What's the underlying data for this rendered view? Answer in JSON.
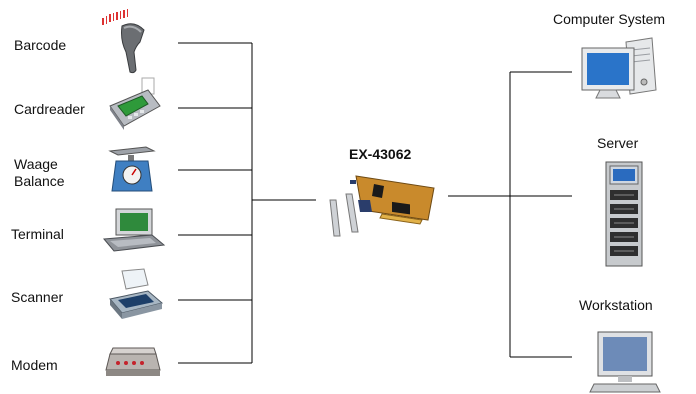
{
  "devices_left": [
    {
      "label": "Barcode",
      "icon": "barcode-scanner-icon"
    },
    {
      "label": "Cardreader",
      "icon": "card-reader-icon"
    },
    {
      "label_lines": [
        "Waage",
        "Balance"
      ],
      "icon": "scale-icon"
    },
    {
      "label": "Terminal",
      "icon": "terminal-icon"
    },
    {
      "label": "Scanner",
      "icon": "flatbed-scanner-icon"
    },
    {
      "label": "Modem",
      "icon": "modem-icon"
    }
  ],
  "card": {
    "label": "EX-43062",
    "icon": "serial-pci-card-icon"
  },
  "systems_right": [
    {
      "label": "Computer System",
      "icon": "desktop-computer-icon"
    },
    {
      "label": "Server",
      "icon": "server-rack-icon"
    },
    {
      "label": "Workstation",
      "icon": "workstation-icon"
    }
  ],
  "colors": {
    "line": "#000000",
    "screen": "#2a74c9",
    "metal": "#cfd2d6",
    "board": "#c98a2c"
  }
}
